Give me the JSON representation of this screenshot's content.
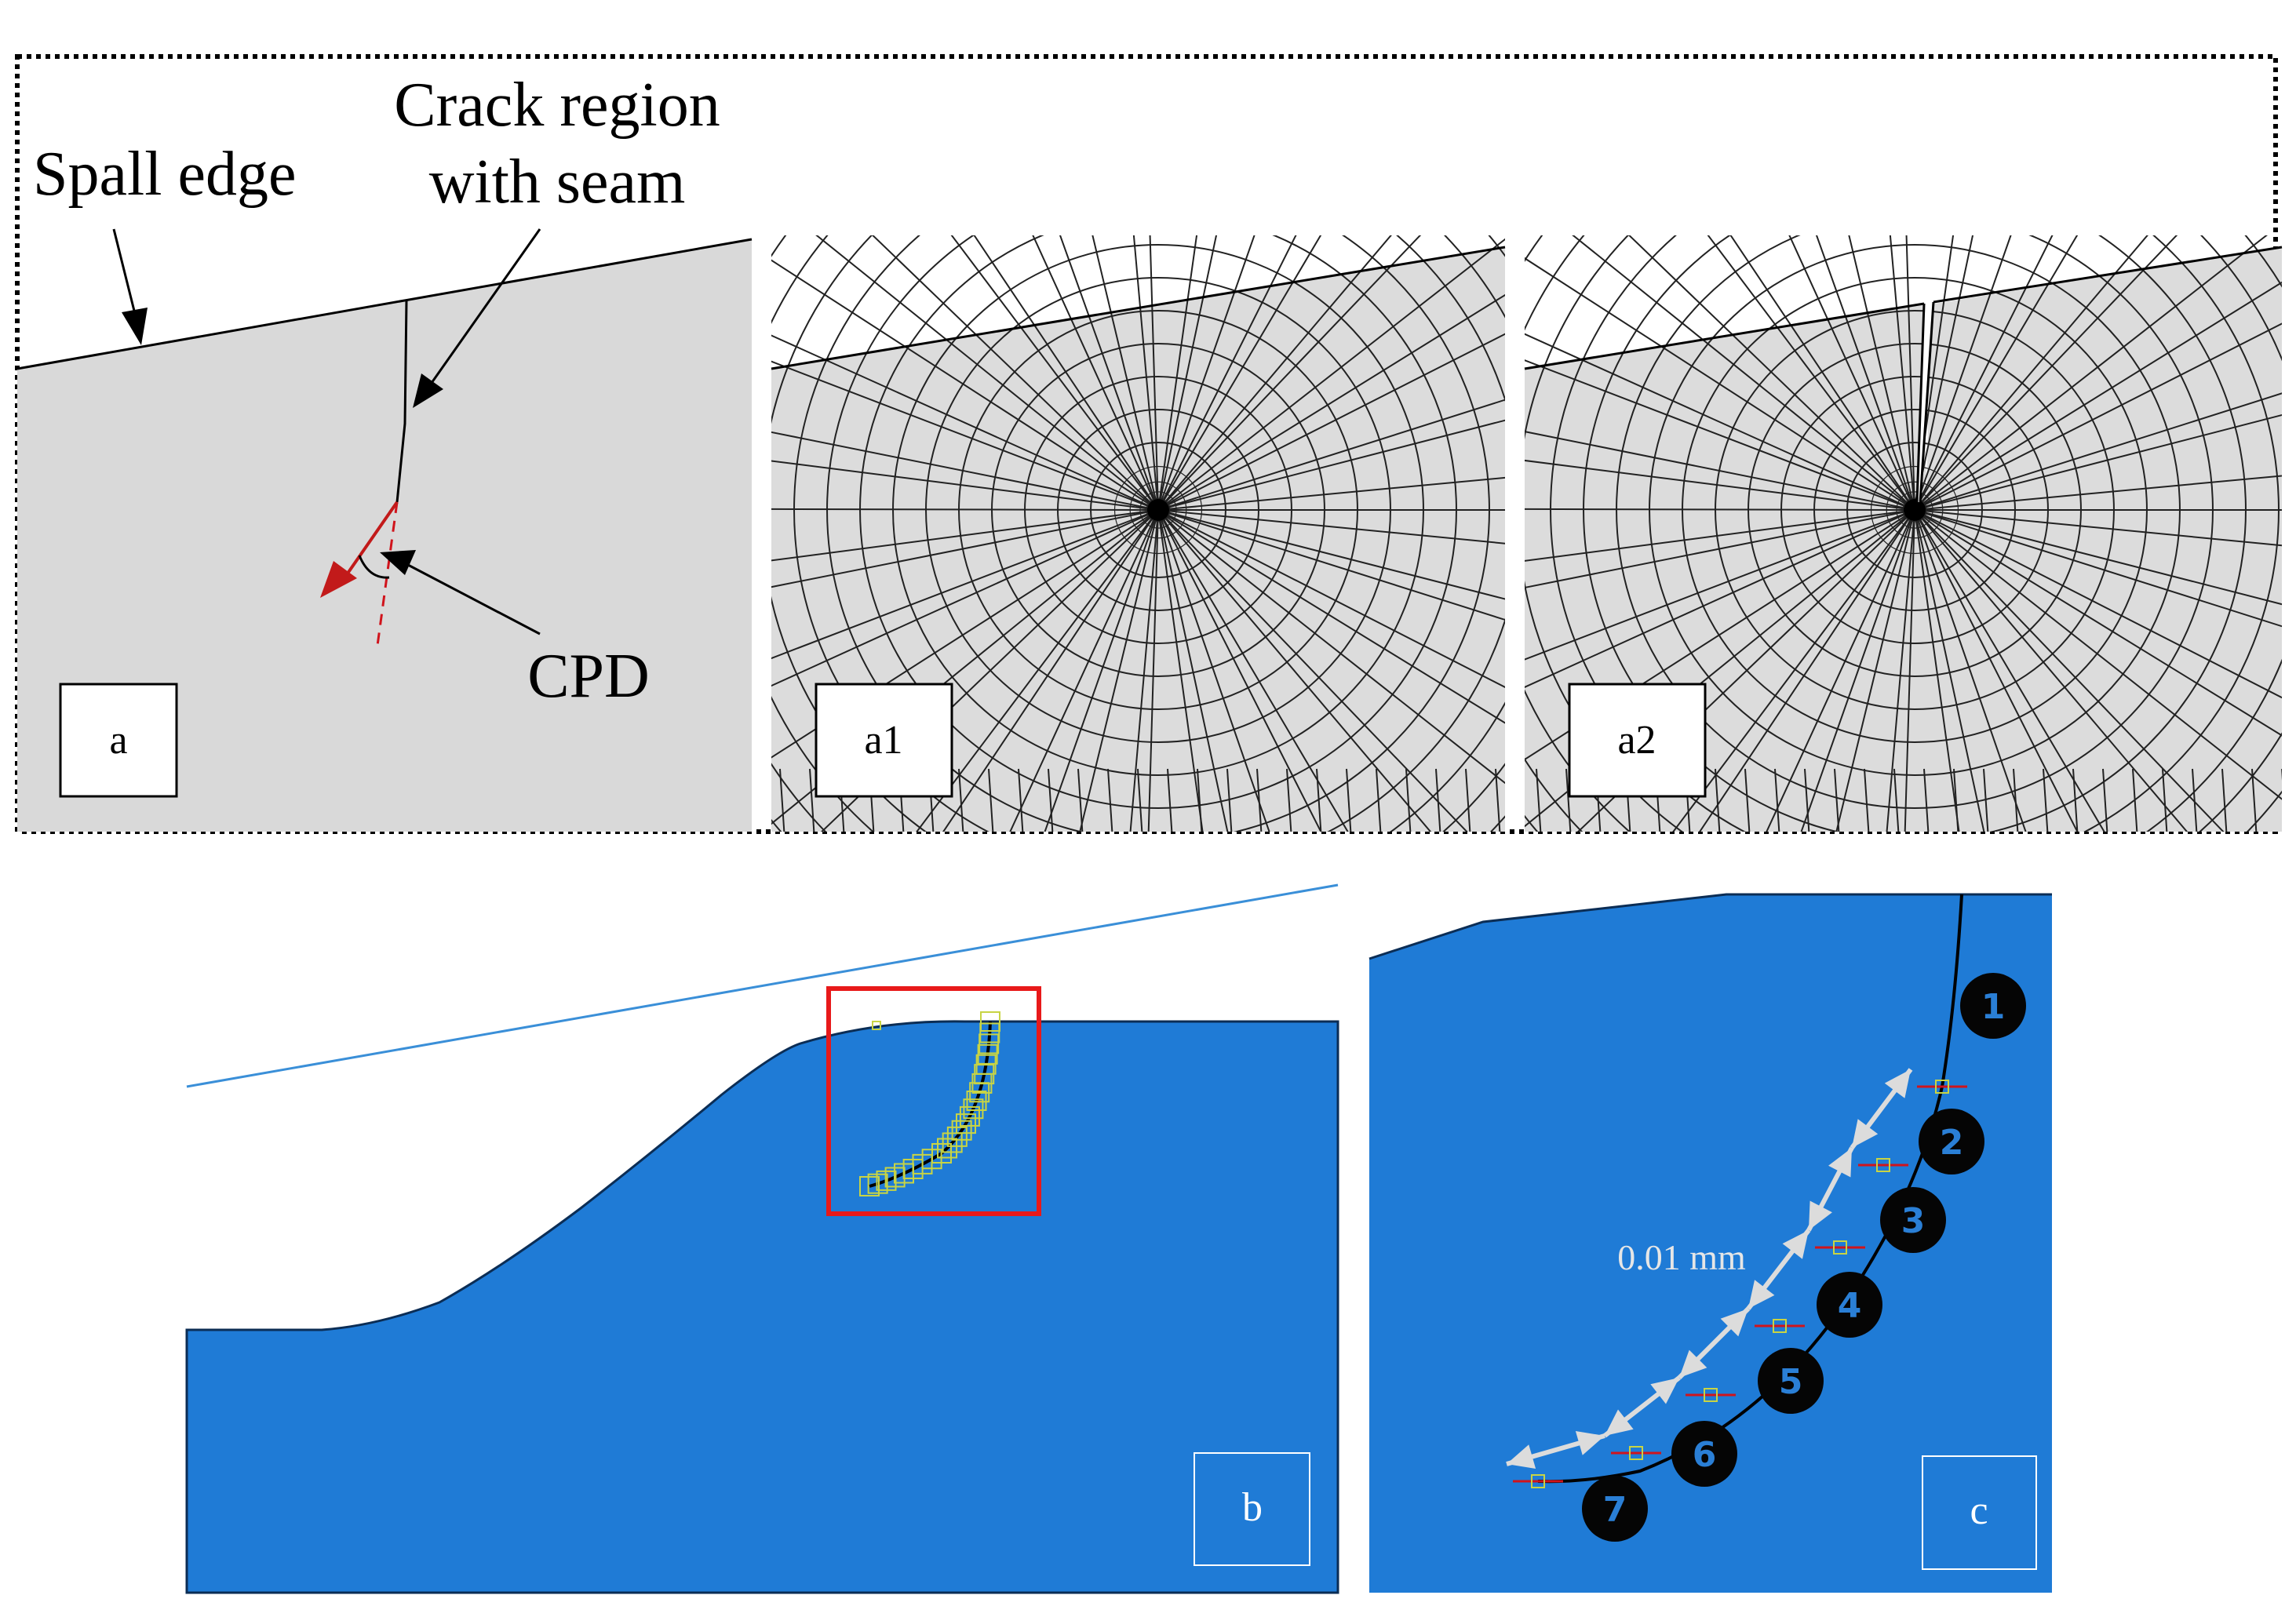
{
  "labels": {
    "spall_edge": "Spall edge",
    "crack_region_line1": "Crack region",
    "crack_region_line2": "with seam",
    "cpd": "CPD",
    "spacing": "0.01 mm"
  },
  "panels": {
    "a": "a",
    "a1": "a1",
    "a2": "a2",
    "b": "b",
    "c": "c"
  },
  "markers": [
    "1",
    "2",
    "3",
    "4",
    "5",
    "6",
    "7"
  ],
  "colors": {
    "substrate_blue": "#1f7bd6",
    "mesh_fill": "#dcdcdc",
    "crack_region_box": "#e8191a",
    "direction_arrow": "#c21a1a",
    "seed_marker": "#c8d444",
    "profile_line": "#3a8fd8",
    "spacing_arrow": "#dcdcdc"
  }
}
